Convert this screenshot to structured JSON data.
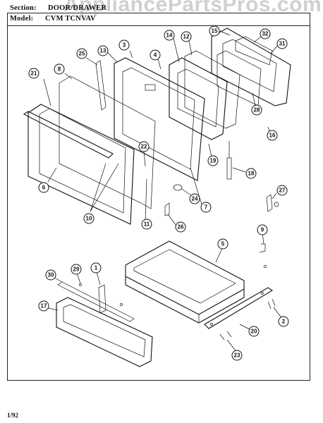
{
  "watermark": "AppliancePartsPros.com",
  "header": {
    "section_label": "Section:",
    "section_value": "DOOR/DRAWER",
    "model_label": "Model:",
    "model_value": "CVM TCNVAV"
  },
  "footer": {
    "date_code": "1/92"
  },
  "callouts": [
    {
      "id": "c3",
      "num": "3"
    },
    {
      "id": "c25",
      "num": "25"
    },
    {
      "id": "c13",
      "num": "13"
    },
    {
      "id": "c4",
      "num": "4"
    },
    {
      "id": "c14",
      "num": "14"
    },
    {
      "id": "c12",
      "num": "12"
    },
    {
      "id": "c15",
      "num": "15"
    },
    {
      "id": "c32",
      "num": "32"
    },
    {
      "id": "c31",
      "num": "31"
    },
    {
      "id": "c21",
      "num": "21"
    },
    {
      "id": "c8",
      "num": "8"
    },
    {
      "id": "c28",
      "num": "28"
    },
    {
      "id": "c16",
      "num": "16"
    },
    {
      "id": "c22",
      "num": "22"
    },
    {
      "id": "c19",
      "num": "19"
    },
    {
      "id": "c18",
      "num": "18"
    },
    {
      "id": "c6",
      "num": "6"
    },
    {
      "id": "c24",
      "num": "24"
    },
    {
      "id": "c7",
      "num": "7"
    },
    {
      "id": "c27",
      "num": "27"
    },
    {
      "id": "c10",
      "num": "10"
    },
    {
      "id": "c11",
      "num": "11"
    },
    {
      "id": "c26",
      "num": "26"
    },
    {
      "id": "c9",
      "num": "9"
    },
    {
      "id": "c5",
      "num": "5"
    },
    {
      "id": "c30",
      "num": "30"
    },
    {
      "id": "c29",
      "num": "29"
    },
    {
      "id": "c1",
      "num": "1"
    },
    {
      "id": "c17",
      "num": "17"
    },
    {
      "id": "c2",
      "num": "2"
    },
    {
      "id": "c20",
      "num": "20"
    },
    {
      "id": "c23",
      "num": "23"
    }
  ]
}
